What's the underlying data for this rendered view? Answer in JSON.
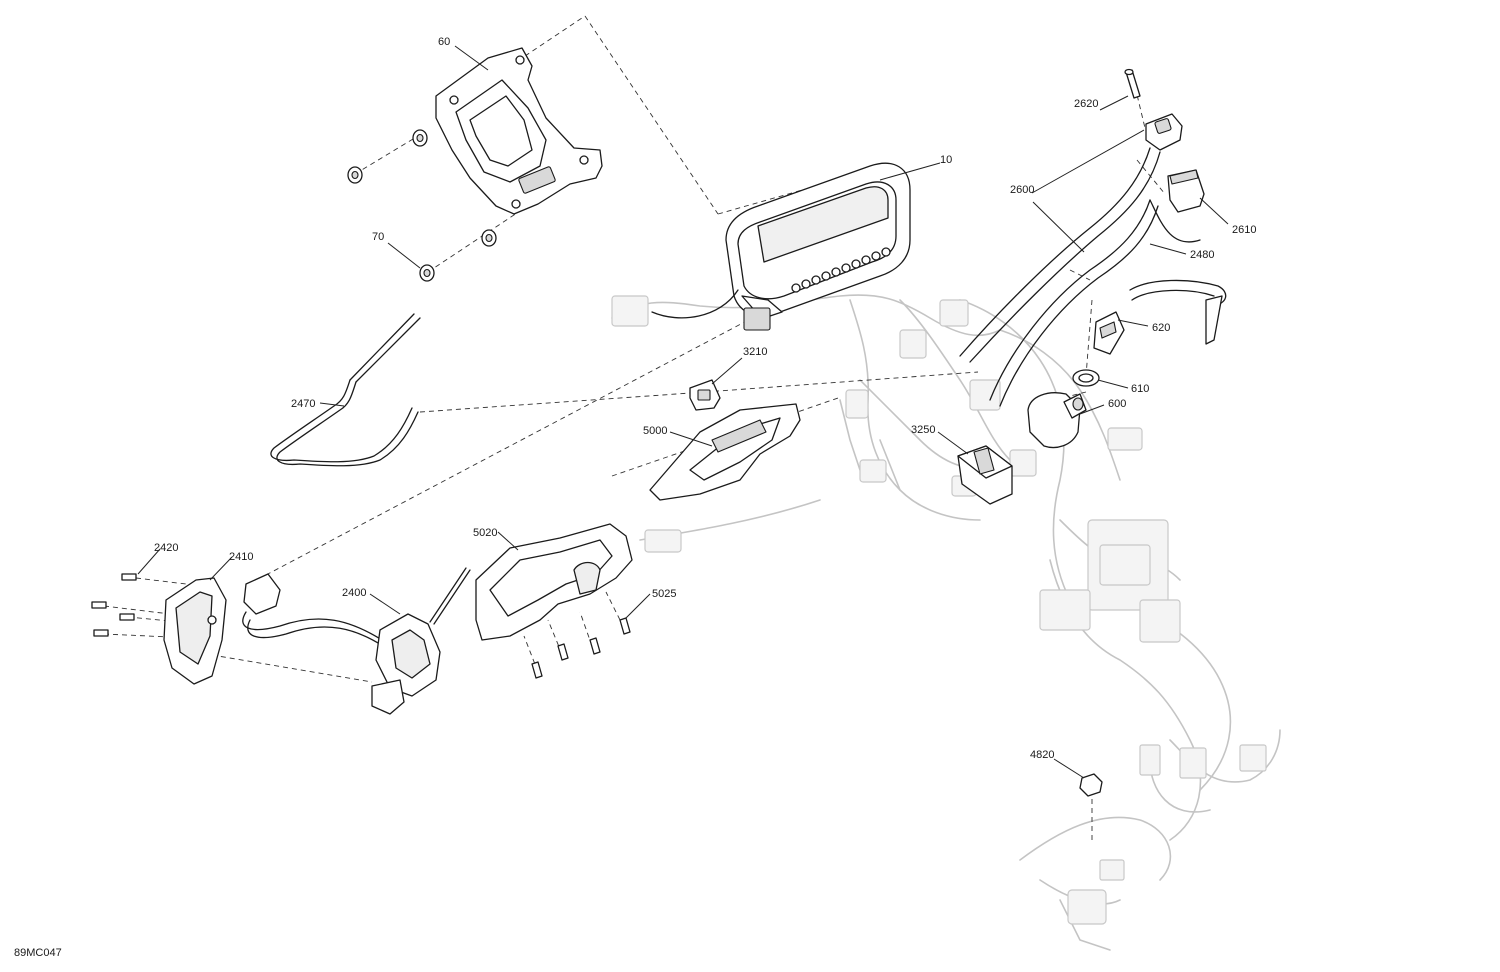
{
  "drawing_ref": "89MC047",
  "callouts": [
    {
      "id": "60",
      "label": "60"
    },
    {
      "id": "70",
      "label": "70"
    },
    {
      "id": "10",
      "label": "10"
    },
    {
      "id": "2620",
      "label": "2620"
    },
    {
      "id": "2600",
      "label": "2600"
    },
    {
      "id": "2610",
      "label": "2610"
    },
    {
      "id": "2480",
      "label": "2480"
    },
    {
      "id": "620",
      "label": "620"
    },
    {
      "id": "610",
      "label": "610"
    },
    {
      "id": "600",
      "label": "600"
    },
    {
      "id": "3210",
      "label": "3210"
    },
    {
      "id": "2470",
      "label": "2470"
    },
    {
      "id": "5000",
      "label": "5000"
    },
    {
      "id": "3250",
      "label": "3250"
    },
    {
      "id": "5020",
      "label": "5020"
    },
    {
      "id": "5025",
      "label": "5025"
    },
    {
      "id": "2420",
      "label": "2420"
    },
    {
      "id": "2410",
      "label": "2410"
    },
    {
      "id": "2400",
      "label": "2400"
    },
    {
      "id": "4820",
      "label": "4820"
    }
  ]
}
